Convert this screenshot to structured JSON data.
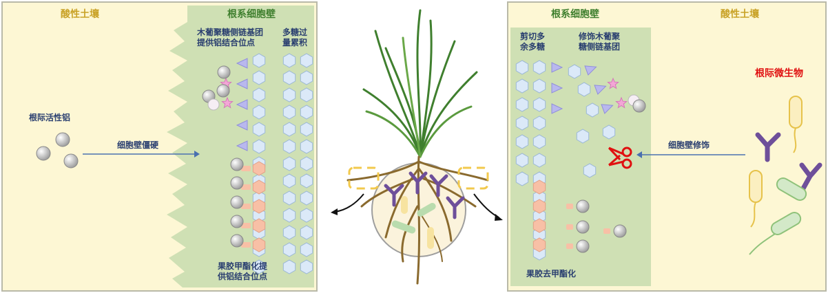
{
  "left_panel": {
    "soil_title": "酸性土壤",
    "wall_title": "根系细胞壁",
    "al_label": "根际活性铝",
    "arrow_label": "细胞壁僵硬",
    "xylo_label": "木葡聚糖侧链基团\n提供铝结合位点",
    "poly_label": "多糖过\n量累积",
    "pectin_label": "果胶甲酯化提\n供铝结合位点"
  },
  "right_panel": {
    "wall_title": "根系细胞壁",
    "soil_title": "酸性土壤",
    "trim_label": "剪切多\n余多糖",
    "modify_label": "修饰木葡聚\n糖侧链基团",
    "microbe_label": "根际微生物",
    "arrow_label": "细胞壁修饰",
    "pectin_label": "果胶去甲酯化"
  },
  "colors": {
    "soil": "#fdf7d4",
    "wall": "#cfe0b4",
    "hexagon": "#dbe9f8",
    "triangle": "#b9b8ee",
    "pectin": "#f8c0a6",
    "aluminium": "#bdbdbd",
    "star": "#f3a6d6",
    "microbe_purple": "#6e4f9a",
    "scissors": "#e01010"
  }
}
